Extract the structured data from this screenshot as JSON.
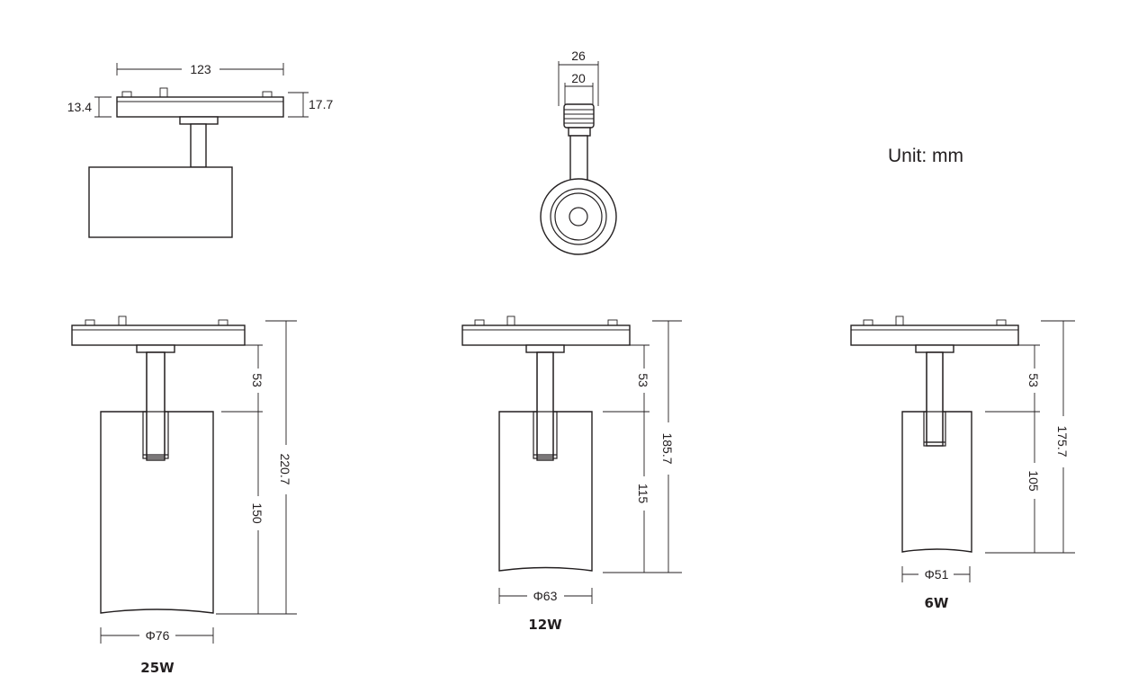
{
  "unit_label": "Unit: mm",
  "top_view": {
    "width": "123",
    "left_height": "13.4",
    "right_height": "17.7"
  },
  "side_view": {
    "outer_width": "26",
    "inner_width": "20"
  },
  "models": [
    {
      "label": "25W",
      "total": "220.7",
      "arm": "53",
      "body": "150",
      "diameter": "Φ76"
    },
    {
      "label": "12W",
      "total": "185.7",
      "arm": "53",
      "body": "115",
      "diameter": "Φ63"
    },
    {
      "label": "6W",
      "total": "175.7",
      "arm": "53",
      "body": "105",
      "diameter": "Φ51"
    }
  ]
}
